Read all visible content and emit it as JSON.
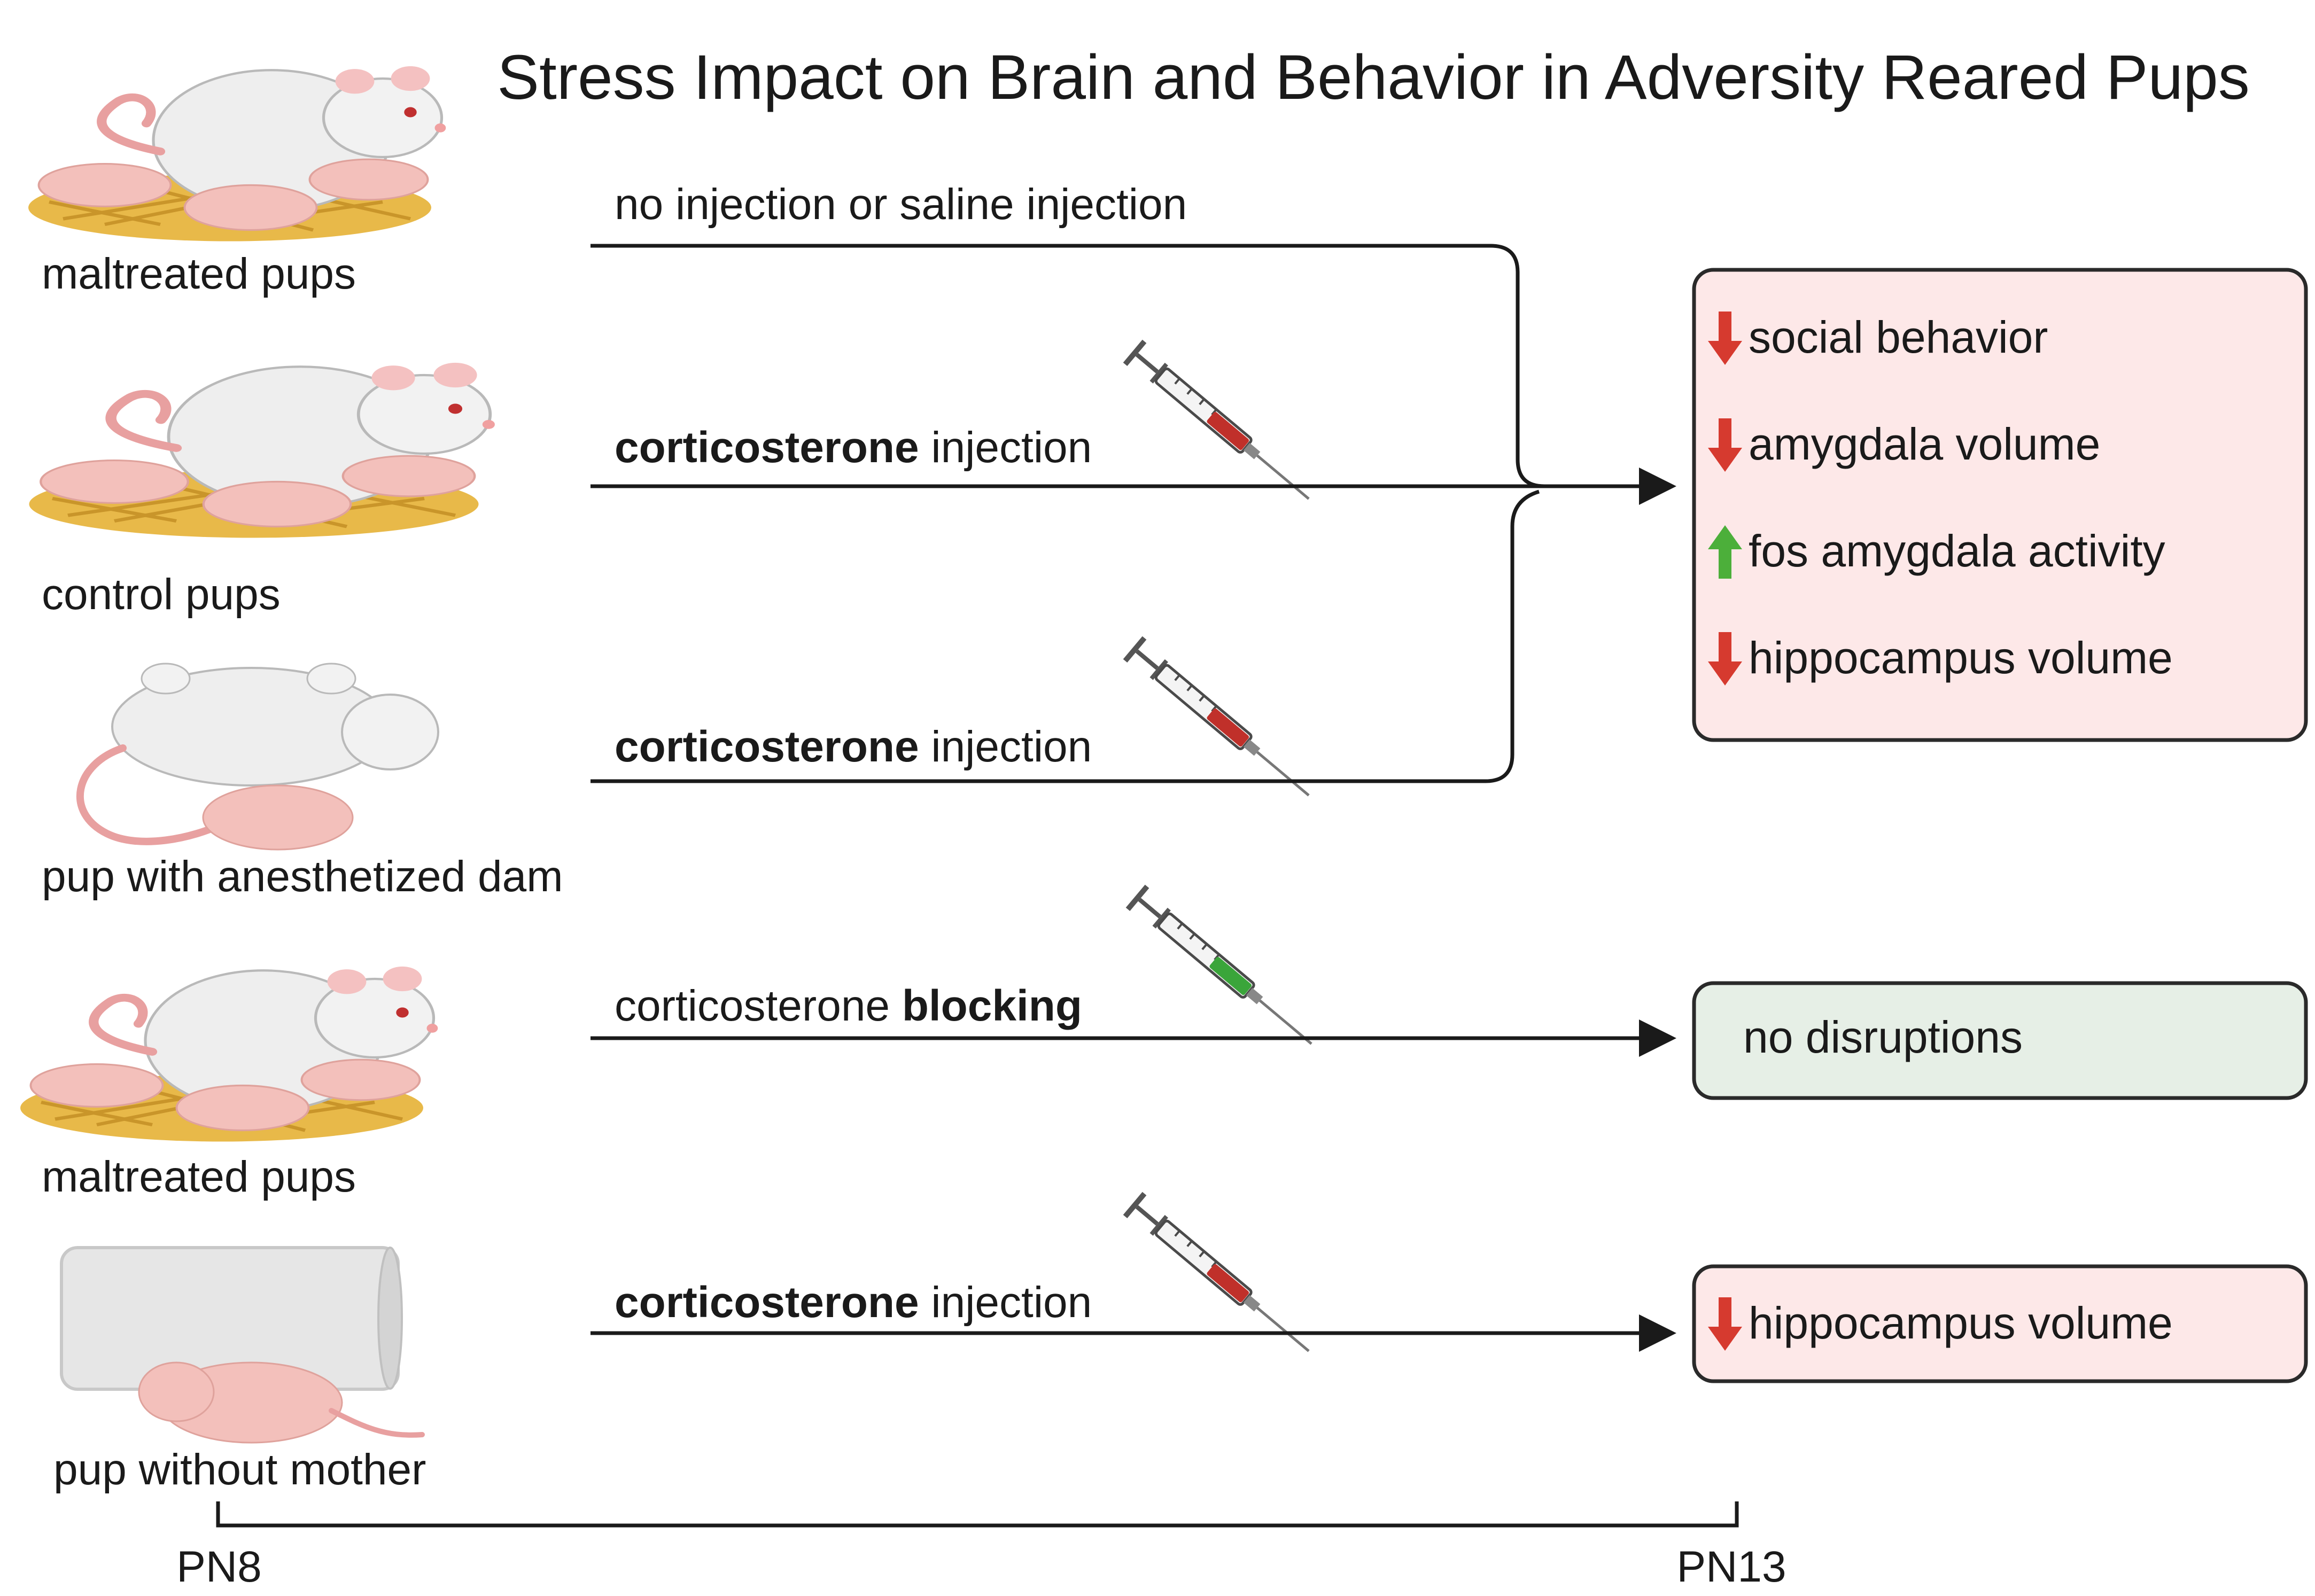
{
  "title": "Stress Impact on Brain and Behavior in Adversity Reared Pups",
  "groups": [
    {
      "label": "maltreated pups",
      "icon": "rat-dam-with-pups-icon"
    },
    {
      "label": "control pups",
      "icon": "rat-dam-with-pups-icon"
    },
    {
      "label": "pup with anesthetized dam",
      "icon": "anesthetized-dam-with-pup-icon"
    },
    {
      "label": "maltreated pups",
      "icon": "rat-dam-with-pups-icon"
    },
    {
      "label": "pup without mother",
      "icon": "pup-in-tube-icon"
    }
  ],
  "paths": [
    {
      "text": "no injection or saline injection",
      "syringe": null
    },
    {
      "bold": "corticosterone",
      "rest": " injection",
      "syringe": "red"
    },
    {
      "bold": "corticosterone",
      "rest": " injection",
      "syringe": "red"
    },
    {
      "prefix": "corticosterone ",
      "bold": "blocking",
      "syringe": "green"
    },
    {
      "bold": "corticosterone",
      "rest": " injection",
      "syringe": "red"
    }
  ],
  "outcomes": {
    "main": {
      "background": "#fde8e8",
      "items": [
        {
          "direction": "down",
          "text": "social behavior"
        },
        {
          "direction": "down",
          "text": "amygdala volume"
        },
        {
          "direction": "up",
          "text": "fos amygdala activity"
        },
        {
          "direction": "down",
          "text": "hippocampus volume"
        }
      ]
    },
    "blocking": {
      "background": "#e6efe6",
      "text": "no disruptions"
    },
    "separation": {
      "background": "#fde8e8",
      "items": [
        {
          "direction": "down",
          "text": "hippocampus volume"
        }
      ]
    }
  },
  "timeline": {
    "start": "PN8",
    "end": "PN13"
  },
  "colors": {
    "down_arrow": "#d63a2f",
    "up_arrow": "#4caf3a",
    "syringe_red": "#c0302a",
    "syringe_green": "#3aa53a",
    "line": "#1a1a1a"
  }
}
